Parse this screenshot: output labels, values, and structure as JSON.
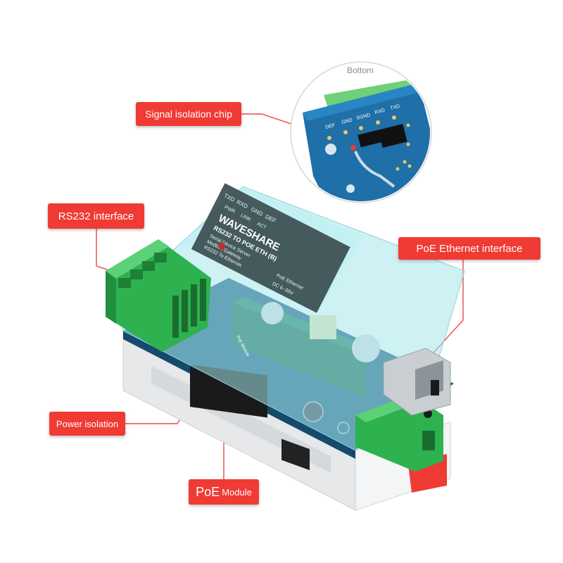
{
  "inset": {
    "caption": "Bottom",
    "pins": [
      "DEF",
      "GND",
      "SGND",
      "RXD",
      "TXD"
    ]
  },
  "labels": {
    "signal_isolation_chip": "Signal isolation chip",
    "rs232_interface": "RS232 interface",
    "poe_ethernet_interface": "PoE Ethernet interface",
    "power_isolation": "Power isolation",
    "poe_module_big": "PoE",
    "poe_module_small": "Module"
  },
  "device": {
    "brand": "WAVESHARE",
    "model": "RS232 TO POE ETH (B)",
    "desc_lines": [
      "Serial Device Server",
      "Modbus Gateway",
      "RS232 To Ethernet"
    ],
    "top_pins": [
      "TXD",
      "RXD",
      "GND",
      "DEF"
    ],
    "leds": [
      "PWR",
      "LINK",
      "ACT"
    ],
    "power_spec": "DC 6~36V",
    "poe_ethernet_text": "PoE Ethernet",
    "module_text": "PoE Module"
  },
  "colors": {
    "callout_red": "#f03a34",
    "terminal_green": "#2db24f",
    "pcb_blue": "#1b5a82",
    "housing_white": "#eceeef",
    "cover_cyan": "#aee9ec"
  }
}
